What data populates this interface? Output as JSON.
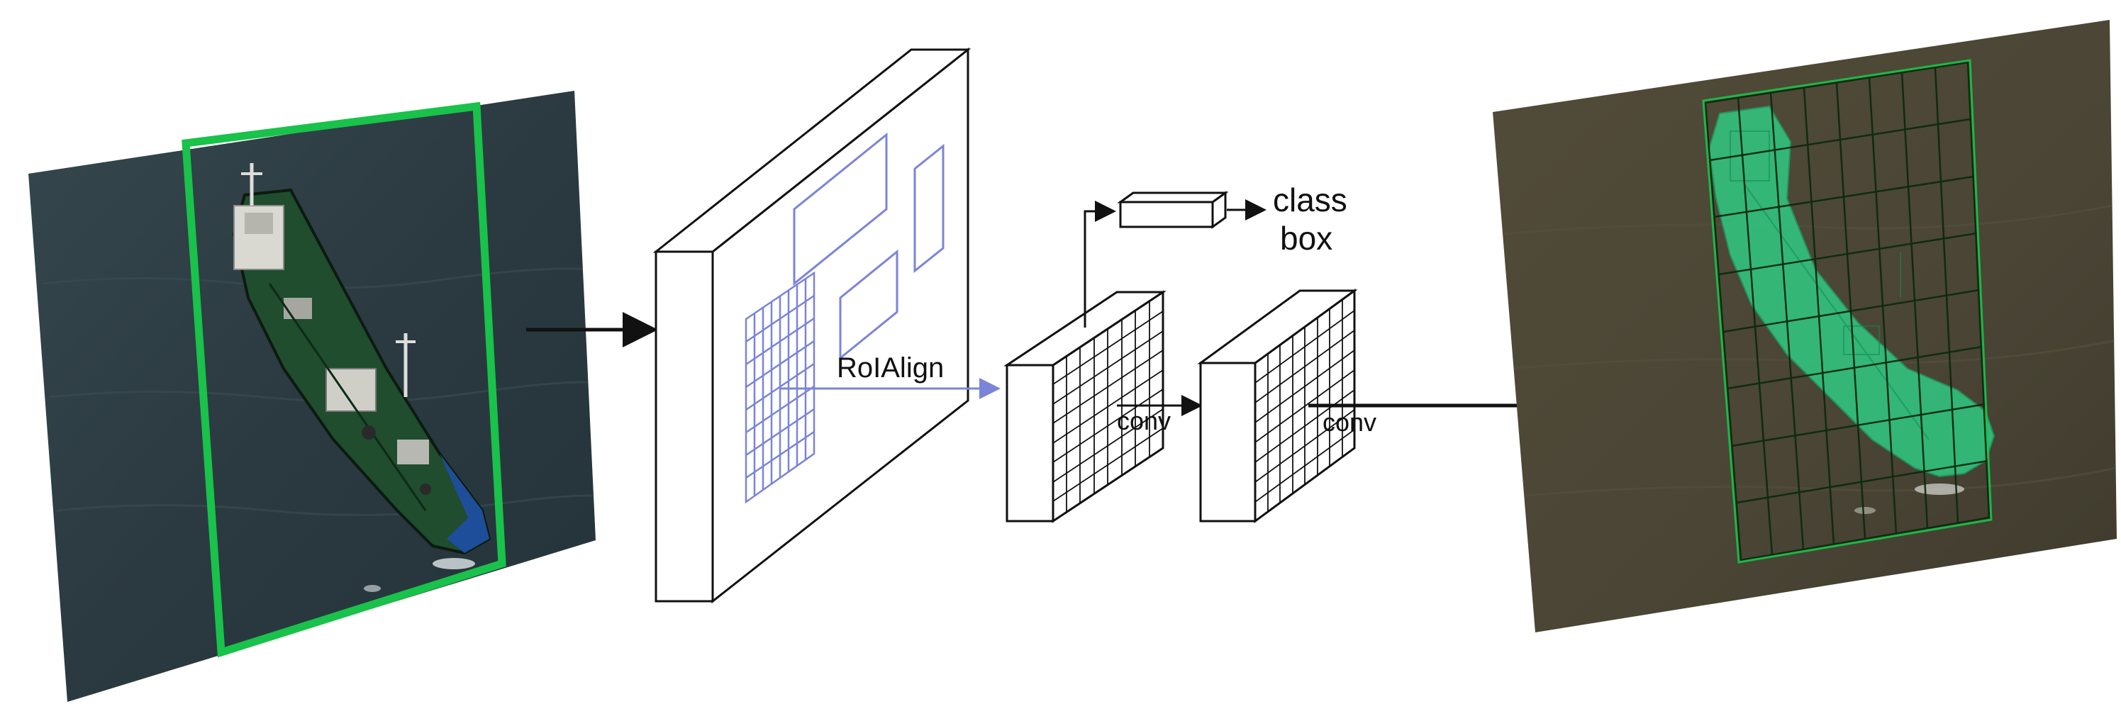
{
  "labels": {
    "roi_align": "RoIAlign",
    "conv_1": "conv",
    "conv_2": "conv",
    "class_label": "class",
    "box_label": "box"
  },
  "colors": {
    "sea_left": "#2b3a40",
    "sea_right": "#4a4535",
    "roi_box": "#19c24a",
    "mask": "#2ed68a",
    "mask_grid": "#0c2a10",
    "roi_lines": "#7b84d8",
    "stroke": "#111111"
  },
  "icons": {
    "input_image": "ship-aerial-photo",
    "output_image": "ship-segmentation-mask"
  }
}
